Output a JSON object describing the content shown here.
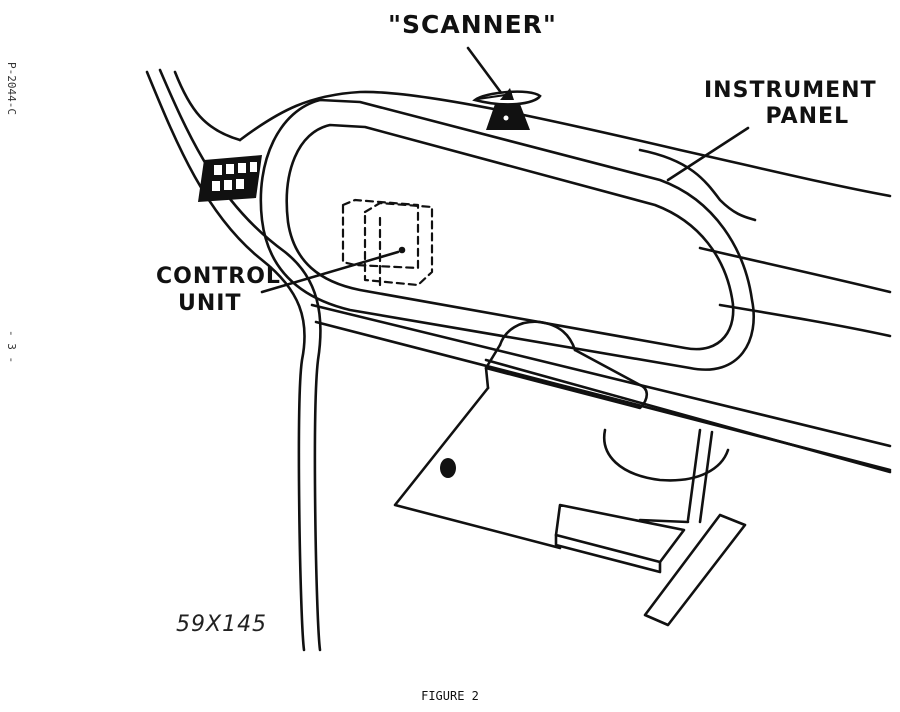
{
  "labels": {
    "scanner": "\"SCANNER\"",
    "instrument_panel_line1": "INSTRUMENT",
    "instrument_panel_line2": "PANEL",
    "control_unit_line1": "CONTROL",
    "control_unit_line2": "UNIT"
  },
  "handwritten_code": "59X145",
  "caption": "FIGURE 2",
  "margin": {
    "document_number": "P-2044-C",
    "page_number": "- 3 -"
  }
}
